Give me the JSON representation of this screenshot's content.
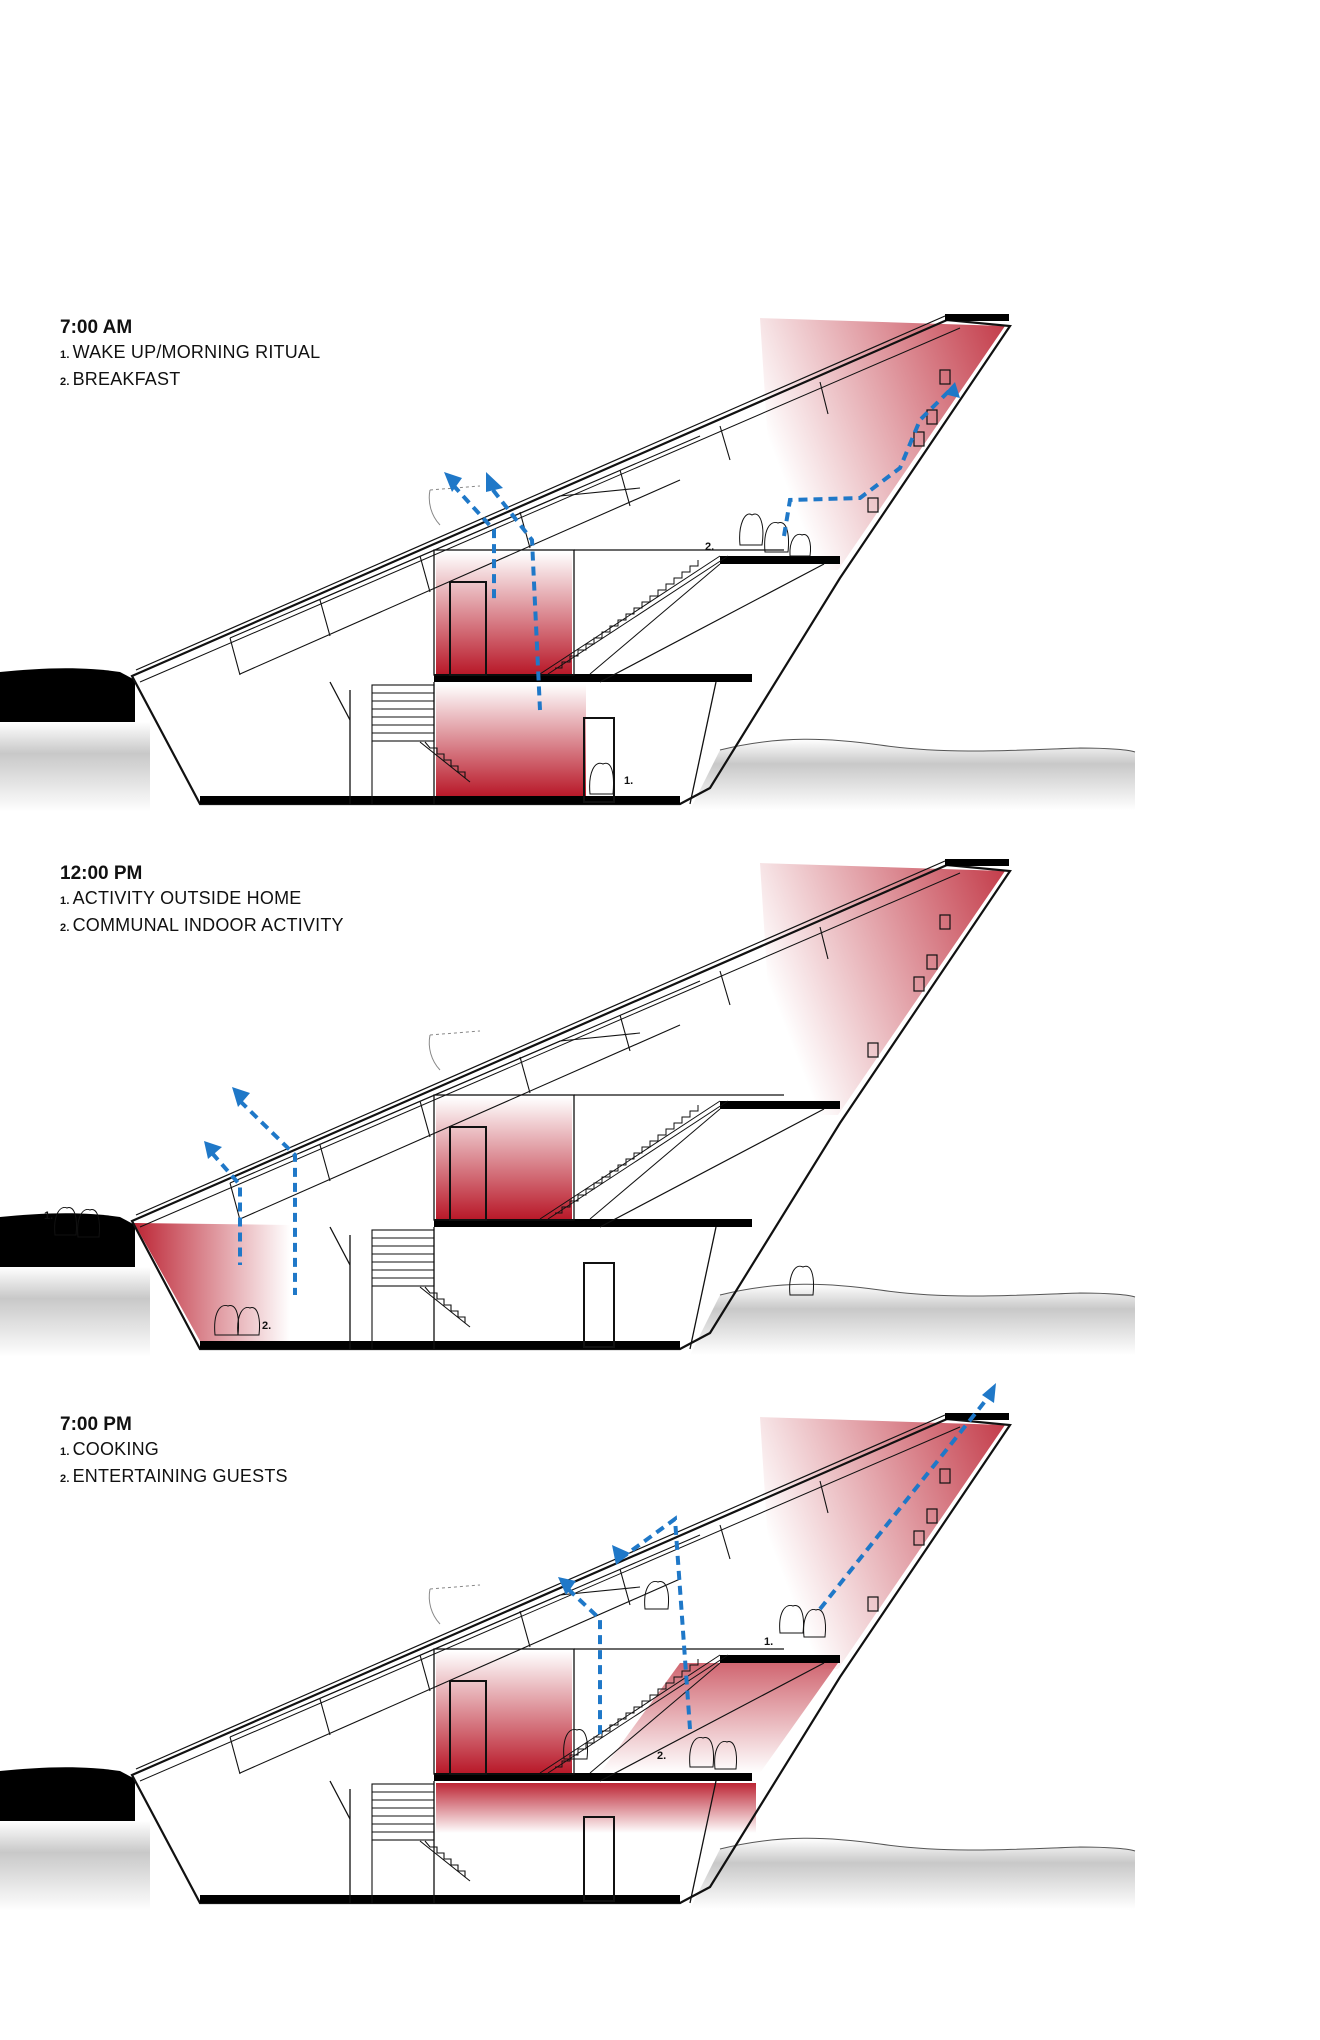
{
  "panels": [
    {
      "time": "7:00 AM",
      "items": [
        {
          "num": "1.",
          "label": "WAKE UP/MORNING RITUAL"
        },
        {
          "num": "2.",
          "label": "BREAKFAST"
        }
      ],
      "markers": [
        "1.",
        "2."
      ]
    },
    {
      "time": "12:00 PM",
      "items": [
        {
          "num": "1.",
          "label": "ACTIVITY OUTSIDE HOME"
        },
        {
          "num": "2.",
          "label": "COMMUNAL INDOOR ACTIVITY"
        }
      ],
      "markers": [
        "1.",
        "2."
      ]
    },
    {
      "time": "7:00 PM",
      "items": [
        {
          "num": "1.",
          "label": "COOKING"
        },
        {
          "num": "2.",
          "label": "ENTERTAINING GUESTS"
        }
      ],
      "markers": [
        "1.",
        "2."
      ]
    }
  ],
  "colors": {
    "heat": "#b50d1e",
    "airflow": "#1f78c8",
    "outline": "#111111",
    "ground": "#000000"
  }
}
